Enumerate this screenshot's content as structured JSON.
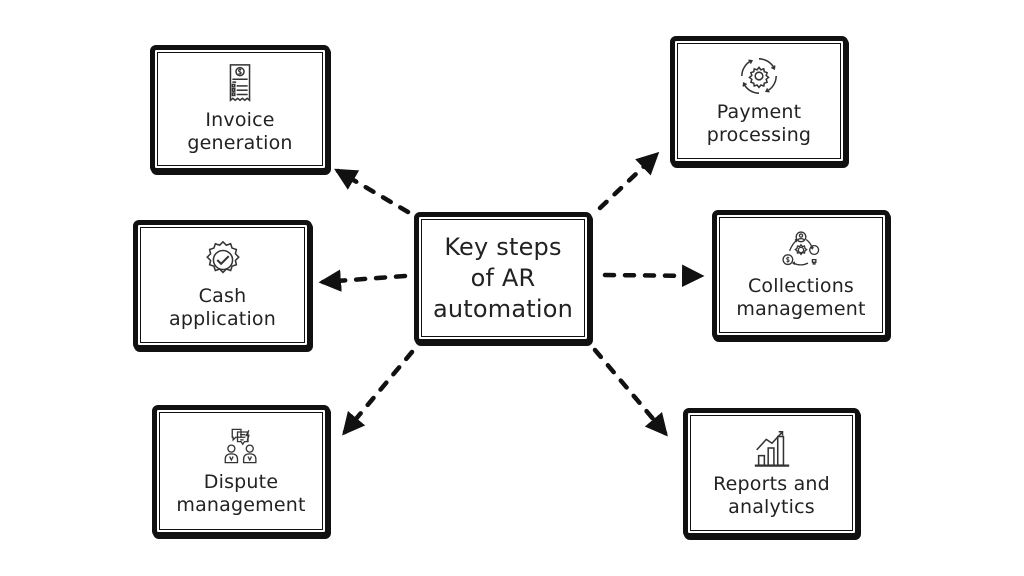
{
  "diagram": {
    "center": {
      "lines": [
        "Key steps",
        "of AR",
        "automation"
      ]
    },
    "nodes": [
      {
        "id": "invoice",
        "icon": "invoice-receipt-icon",
        "lines": [
          "Invoice",
          "generation"
        ]
      },
      {
        "id": "payment",
        "icon": "gear-cycle-icon",
        "lines": [
          "Payment",
          "processing"
        ]
      },
      {
        "id": "cash",
        "icon": "verified-badge-icon",
        "lines": [
          "Cash",
          "application"
        ]
      },
      {
        "id": "collections",
        "icon": "collections-cycle-icon",
        "lines": [
          "Collections",
          "management"
        ]
      },
      {
        "id": "dispute",
        "icon": "people-conversation-icon",
        "lines": [
          "Dispute",
          "management"
        ]
      },
      {
        "id": "reports",
        "icon": "bar-chart-growth-icon",
        "lines": [
          "Reports and",
          "analytics"
        ]
      }
    ],
    "edges": [
      {
        "from": "center",
        "to": "invoice",
        "style": "dashed-arrow"
      },
      {
        "from": "center",
        "to": "payment",
        "style": "dashed-arrow"
      },
      {
        "from": "center",
        "to": "cash",
        "style": "dashed-arrow"
      },
      {
        "from": "center",
        "to": "collections",
        "style": "dashed-arrow"
      },
      {
        "from": "center",
        "to": "dispute",
        "style": "dashed-arrow"
      },
      {
        "from": "center",
        "to": "reports",
        "style": "dashed-arrow"
      }
    ],
    "colors": {
      "stroke": "#111111",
      "background": "#ffffff",
      "text": "#222222"
    }
  }
}
